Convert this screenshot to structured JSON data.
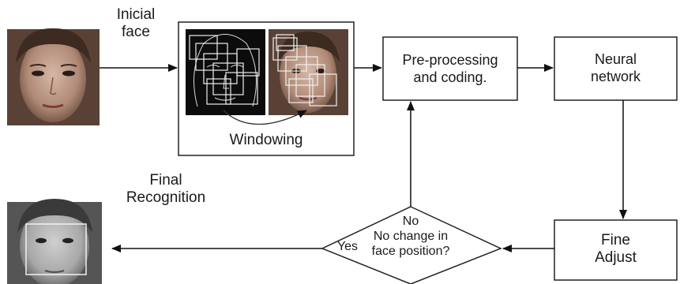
{
  "labels": {
    "initial_face": [
      "Inicial",
      "face"
    ],
    "windowing": "Windowing",
    "preprocessing": [
      "Pre-processing",
      "and coding."
    ],
    "neural_network": [
      "Neural",
      "network"
    ],
    "fine_adjust": [
      "Fine",
      "Adjust"
    ],
    "final_recognition": [
      "Final",
      "Recognition"
    ],
    "decision": {
      "no": "No",
      "question": [
        "No change in",
        "face position?"
      ],
      "yes": "Yes"
    }
  },
  "colors": {
    "stroke": "#222222",
    "skin": "#b89684",
    "hair": "#4a3328",
    "edge_bg": "#0c0c0c",
    "window_lines": "#e8e8e8"
  }
}
